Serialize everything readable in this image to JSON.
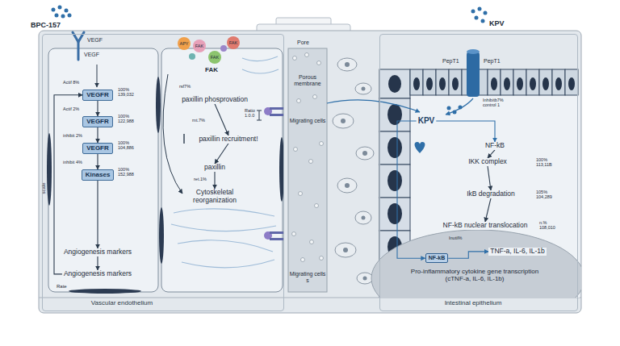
{
  "diagram": {
    "nodes": [
      {
        "text": [
          "Vascular endothelium"
        ]
      },
      {
        "text": [
          "VEGFR"
        ],
        "in": 0
      },
      {
        "text": [
          "VEGFR"
        ],
        "in": 0
      },
      {
        "text": [
          "VEGFR"
        ],
        "in": 0
      },
      {
        "text": [
          "Kinases"
        ],
        "in": 0
      },
      {
        "text": [
          "Angiogenesis markers"
        ],
        "in": 0
      },
      {
        "text": [
          "Angiogenesis markers"
        ],
        "in": 0
      },
      {
        "text": [
          "paxillin phosprovation"
        ],
        "in": 0
      },
      {
        "text": [
          "paxillin recruitment!"
        ],
        "in": 0
      },
      {
        "text": [
          "paxillin"
        ],
        "in": 0
      },
      {
        "text": [
          "Cytoskeletal reorganization"
        ],
        "in": 0
      },
      {
        "text": [
          "Intestinal epithelium"
        ]
      },
      {
        "text": [
          "KPV"
        ],
        "in": 11
      },
      {
        "text": [
          "NF-kB"
        ],
        "in": 11
      },
      {
        "text": [
          "IKK complex"
        ],
        "in": 11
      },
      {
        "text": [
          "IkB degradation"
        ],
        "in": 11
      },
      {
        "text": [
          "NF-kB nuclear translocation"
        ],
        "in": 11
      },
      {
        "text": [
          "NF-kB"
        ],
        "in": 11
      },
      {
        "text": [
          "TNF-a, IL-6, IL-1b"
        ],
        "in": 11
      }
    ],
    "edges": [
      {
        "from": 1,
        "to": 2,
        "arrow": "to"
      },
      {
        "from": 2,
        "to": 3,
        "arrow": "to"
      },
      {
        "from": 3,
        "to": 4,
        "arrow": "to"
      },
      {
        "from": 4,
        "to": 5,
        "arrow": "to"
      },
      {
        "from": 5,
        "to": 6,
        "arrow": "to"
      },
      {
        "from": 6,
        "to": 1,
        "arrow": "to"
      },
      {
        "from": 7,
        "to": 8,
        "arrow": "to"
      },
      {
        "from": 8,
        "to": 9,
        "arrow": "to"
      },
      {
        "from": 9,
        "to": 10,
        "arrow": "to"
      },
      {
        "from": 12,
        "to": 13,
        "arrow": "to"
      },
      {
        "from": 13,
        "to": 14,
        "arrow": "to"
      },
      {
        "from": 14,
        "to": 15,
        "arrow": "to"
      },
      {
        "from": 15,
        "to": 16,
        "arrow": "to"
      },
      {
        "from": 12,
        "to": 17,
        "arrow": "to"
      },
      {
        "from": 17,
        "to": 18,
        "arrow": "to"
      }
    ],
    "labels": [
      "BPC-157",
      "VEGF",
      "VEGF",
      "Actif 8%",
      "100% 139,032",
      "Actif 2%",
      "100% 122,988",
      "inhibit 2%",
      "100% 104,886",
      "inhibit 4%",
      "100% 152,988",
      "scale",
      "Rate",
      "APY",
      "FAK",
      "FAK",
      "FAK",
      "FAK",
      "rsf7%",
      "rnt.7%",
      "Ratio 1.0.0",
      "ret.1%",
      "Pore",
      "Porous membrane",
      "Migrating cells",
      "Migrating cells s",
      "KPV",
      "PepT1",
      "PepT1",
      "Inhibitb7% control 1",
      "100% 113,11B",
      "105% 104,289",
      "n.% 108,010",
      "Inutil%",
      "Pro-inflammatory cytokine gene transcription (cTNF-a, IL-6, IL-1b)"
    ]
  }
}
